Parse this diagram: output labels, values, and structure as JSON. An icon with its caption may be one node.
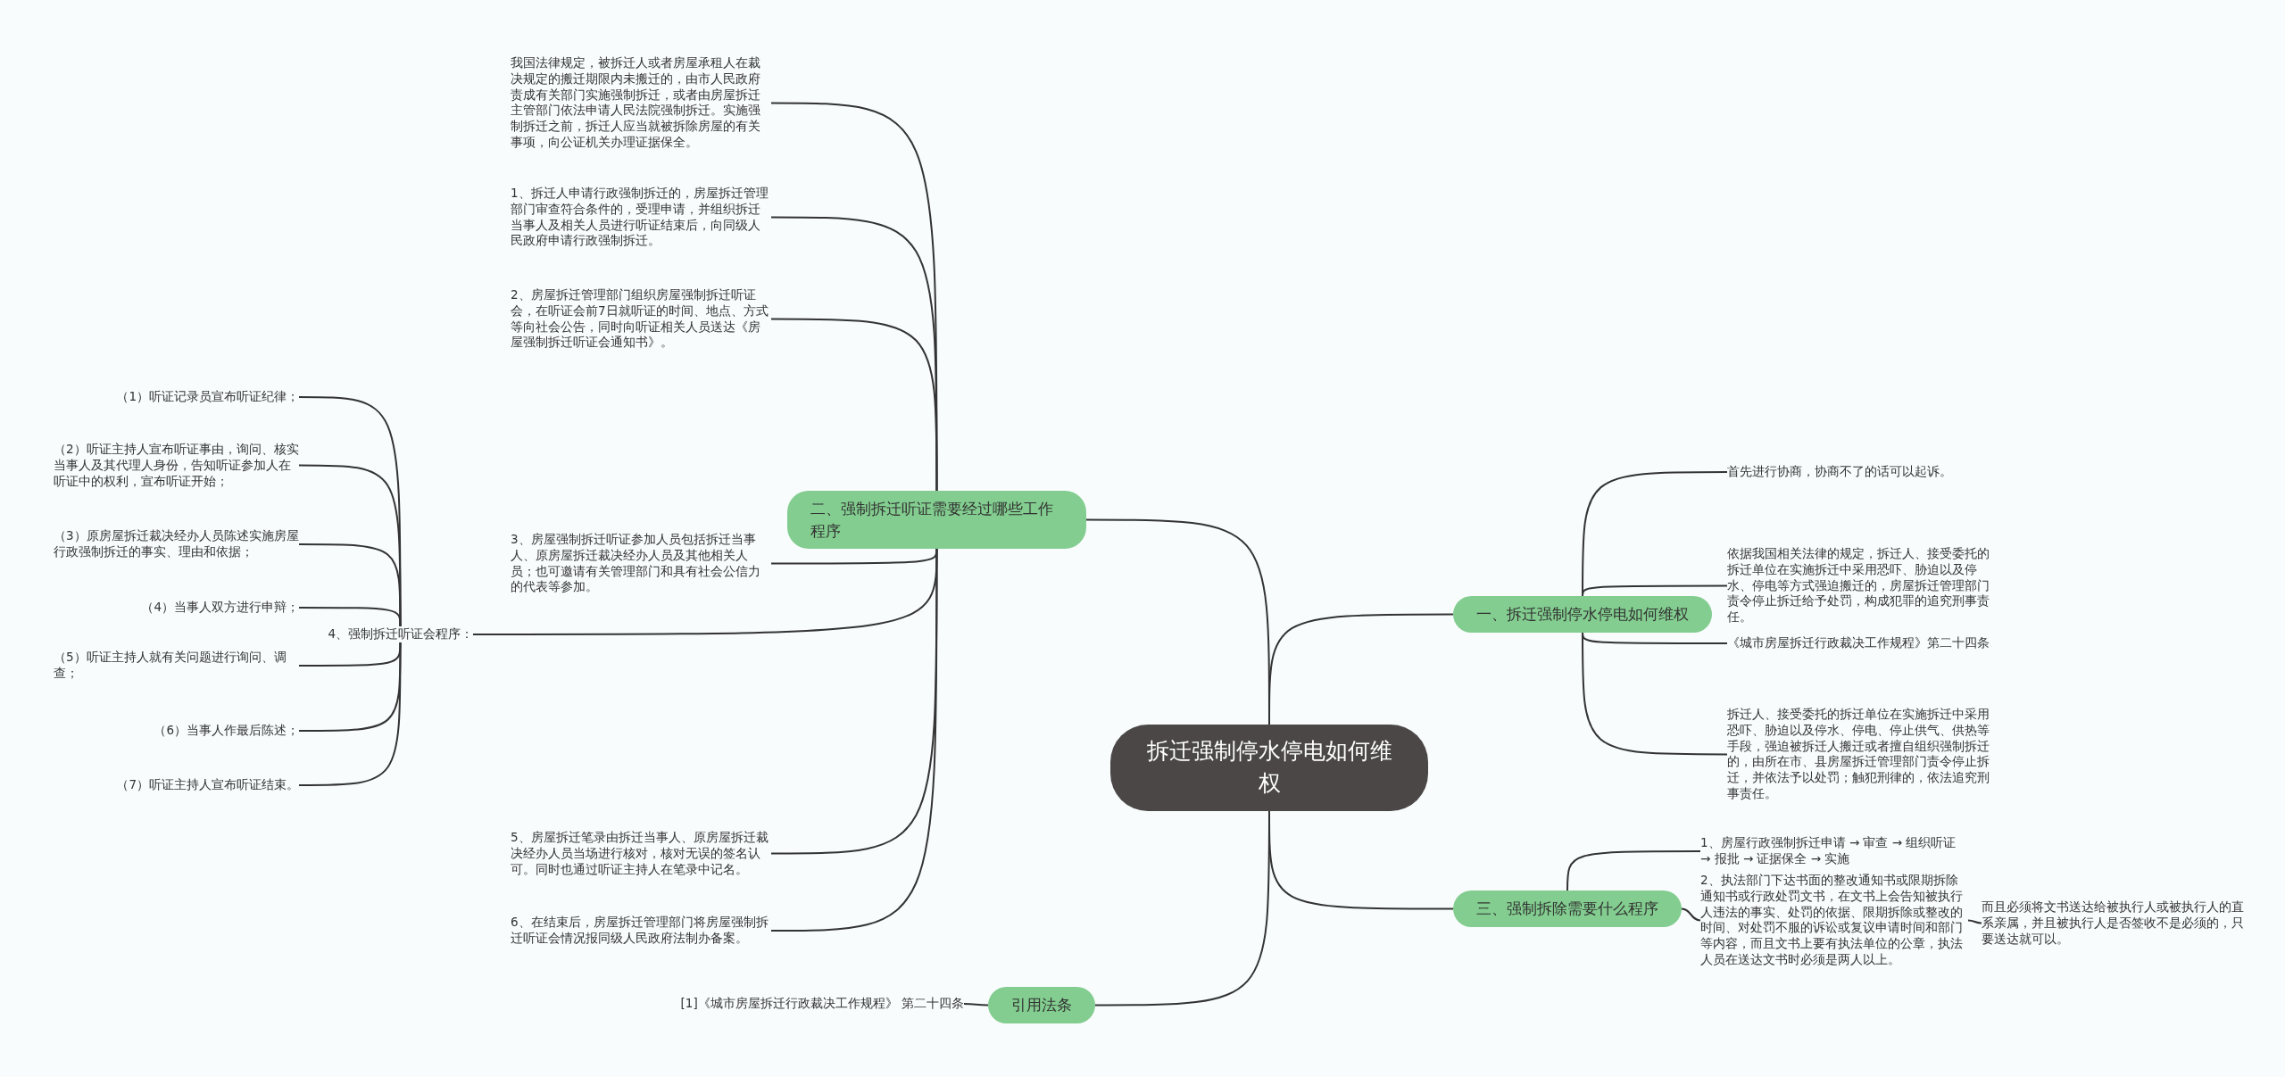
{
  "diagram": {
    "nodes": [
      {
        "text": [
          "拆迁强制停水停电如何维权"
        ]
      },
      {
        "text": [
          "一、拆迁强制停水停电如何维权"
        ]
      },
      {
        "text": [
          "首先进行协商，协商不了的话可以起诉。"
        ]
      },
      {
        "text": [
          "依据我国相关法律的规定，拆迁人、接受委托的拆迁单位在实施拆迁中采用恐吓、胁迫以及停水、停电等方式强迫搬迁的，房屋拆迁管理部门责令停止拆迁给予处罚，构成犯罪的追究刑事责任。"
        ]
      },
      {
        "text": [
          "《城市房屋拆迁行政裁决工作规程》第二十四条"
        ]
      },
      {
        "text": [
          "拆迁人、接受委托的拆迁单位在实施拆迁中采用恐吓、胁迫以及停水、停电、停止供气、供热等手段，强迫被拆迁人搬迁或者擅自组织强制拆迁的，由所在市、县房屋拆迁管理部门责令停止拆迁，并依法予以处罚；触犯刑律的，依法追究刑事责任。"
        ]
      },
      {
        "text": [
          "二、强制拆迁听证需要经过哪些工作程序"
        ]
      },
      {
        "text": [
          "我国法律规定，被拆迁人或者房屋承租人在裁决规定的搬迁期限内未搬迁的，由市人民政府责成有关部门实施强制拆迁，或者由房屋拆迁主管部门依法申请人民法院强制拆迁。实施强制拆迁之前，拆迁人应当就被拆除房屋的有关事项，向公证机关办理证据保全。"
        ]
      },
      {
        "text": [
          "1、拆迁人申请行政强制拆迁的，房屋拆迁管理部门审查符合条件的，受理申请，并组织拆迁当事人及相关人员进行听证结束后，向同级人民政府申请行政强制拆迁。"
        ]
      },
      {
        "text": [
          "2、房屋拆迁管理部门组织房屋强制拆迁听证会，在听证会前7日就听证的时间、地点、方式等向社会公告，同时向听证相关人员送达《房屋强制拆迁听证会通知书》。"
        ]
      },
      {
        "text": [
          "3、房屋强制拆迁听证参加人员包括拆迁当事人、原房屋拆迁裁决经办人员及其他相关人员；也可邀请有关管理部门和具有社会公信力的代表等参加。"
        ]
      },
      {
        "text": [
          "4、强制拆迁听证会程序："
        ]
      },
      {
        "text": [
          "（1）听证记录员宣布听证纪律；"
        ]
      },
      {
        "text": [
          "（2）听证主持人宣布听证事由，询问、核实当事人及其代理人身份，告知听证参加人在听证中的权利，宣布听证开始；"
        ]
      },
      {
        "text": [
          "（3）原房屋拆迁裁决经办人员陈述实施房屋行政强制拆迁的事实、理由和依据；"
        ]
      },
      {
        "text": [
          "（4）当事人双方进行申辩；"
        ]
      },
      {
        "text": [
          "（5）听证主持人就有关问题进行询问、调查；"
        ]
      },
      {
        "text": [
          "（6）当事人作最后陈述；"
        ]
      },
      {
        "text": [
          "（7）听证主持人宣布听证结束。"
        ]
      },
      {
        "text": [
          "5、房屋拆迁笔录由拆迁当事人、原房屋拆迁裁决经办人员当场进行核对，核对无误的签名认可。同时也通过听证主持人在笔录中记名。"
        ]
      },
      {
        "text": [
          "6、在结束后，房屋拆迁管理部门将房屋强制拆迁听证会情况报同级人民政府法制办备案。"
        ]
      },
      {
        "text": [
          "三、强制拆除需要什么程序"
        ]
      },
      {
        "text": [
          "1、房屋行政强制拆迁申请 → 审查 → 组织听证 → 报批 → 证据保全 → 实施"
        ]
      },
      {
        "text": [
          "2、执法部门下达书面的整改通知书或限期拆除通知书或行政处罚文书，在文书上会告知被执行人违法的事实、处罚的依据、限期拆除或整改的时间、对处罚不服的诉讼或复议申请时间和部门等内容，而且文书上要有执法单位的公章，执法人员在送达文书时必须是两人以上。"
        ]
      },
      {
        "text": [
          "而且必须将文书送达给被执行人或被执行人的直系亲属，并且被执行人是否签收不是必须的，只要送达就可以。"
        ]
      },
      {
        "text": [
          "引用法条"
        ]
      },
      {
        "text": [
          "[1]《城市房屋拆迁行政裁决工作规程》 第二十四条"
        ]
      }
    ],
    "edges": [
      {
        "from": 0,
        "to": 1,
        "arrow": "none"
      },
      {
        "from": 0,
        "to": 6,
        "arrow": "none"
      },
      {
        "from": 0,
        "to": 21,
        "arrow": "none"
      },
      {
        "from": 0,
        "to": 25,
        "arrow": "none"
      },
      {
        "from": 1,
        "to": 2,
        "arrow": "none"
      },
      {
        "from": 1,
        "to": 3,
        "arrow": "none"
      },
      {
        "from": 1,
        "to": 4,
        "arrow": "none"
      },
      {
        "from": 1,
        "to": 5,
        "arrow": "none"
      },
      {
        "from": 6,
        "to": 7,
        "arrow": "none"
      },
      {
        "from": 6,
        "to": 8,
        "arrow": "none"
      },
      {
        "from": 6,
        "to": 9,
        "arrow": "none"
      },
      {
        "from": 6,
        "to": 10,
        "arrow": "none"
      },
      {
        "from": 6,
        "to": 11,
        "arrow": "none"
      },
      {
        "from": 6,
        "to": 19,
        "arrow": "none"
      },
      {
        "from": 6,
        "to": 20,
        "arrow": "none"
      },
      {
        "from": 11,
        "to": 12,
        "arrow": "none"
      },
      {
        "from": 11,
        "to": 13,
        "arrow": "none"
      },
      {
        "from": 11,
        "to": 14,
        "arrow": "none"
      },
      {
        "from": 11,
        "to": 15,
        "arrow": "none"
      },
      {
        "from": 11,
        "to": 16,
        "arrow": "none"
      },
      {
        "from": 11,
        "to": 17,
        "arrow": "none"
      },
      {
        "from": 11,
        "to": 18,
        "arrow": "none"
      },
      {
        "from": 21,
        "to": 22,
        "arrow": "none"
      },
      {
        "from": 21,
        "to": 23,
        "arrow": "none"
      },
      {
        "from": 23,
        "to": 24,
        "arrow": "none"
      },
      {
        "from": 25,
        "to": 26,
        "arrow": "none"
      }
    ]
  }
}
